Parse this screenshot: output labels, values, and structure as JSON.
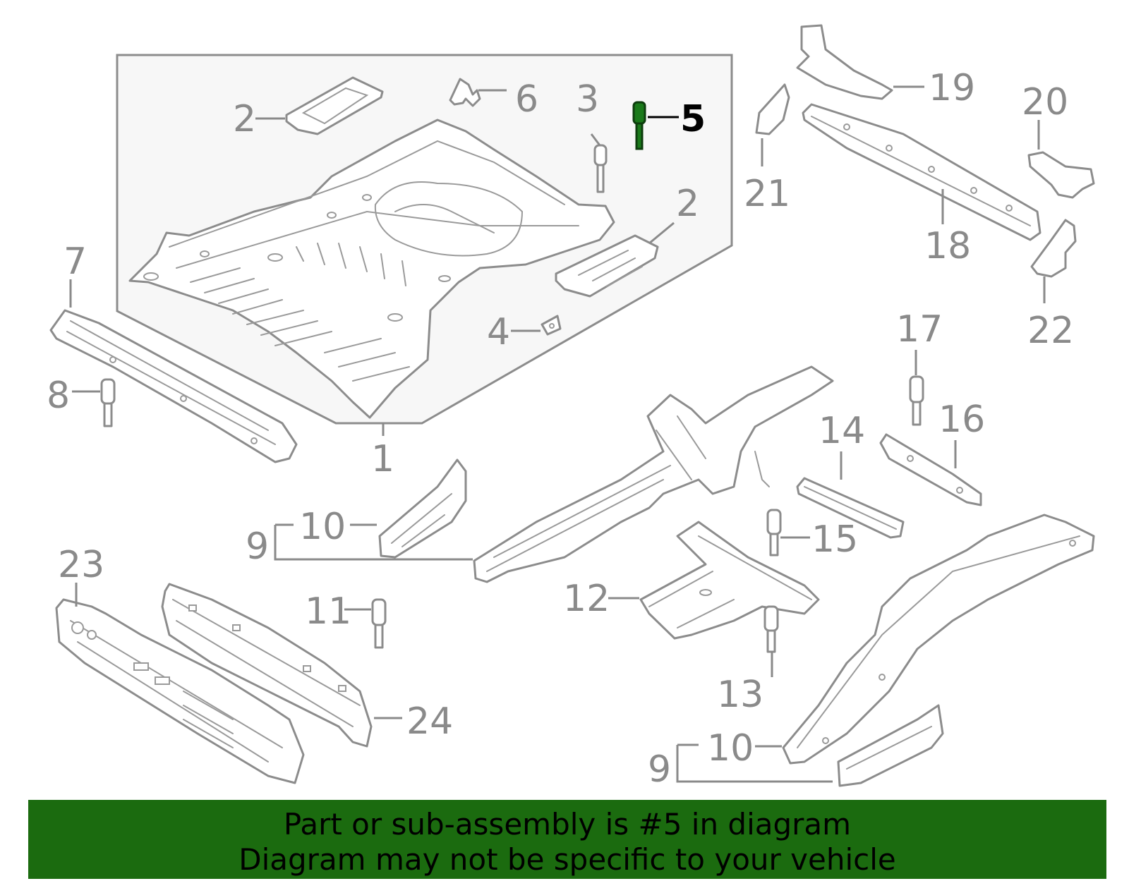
{
  "callouts": {
    "c1": "1",
    "c2a": "2",
    "c2b": "2",
    "c3": "3",
    "c4": "4",
    "c5": "5",
    "c6": "6",
    "c7": "7",
    "c8": "8",
    "c9a": "9",
    "c9b": "9",
    "c10a": "10",
    "c10b": "10",
    "c11": "11",
    "c12": "12",
    "c13": "13",
    "c14": "14",
    "c15": "15",
    "c16": "16",
    "c17": "17",
    "c18": "18",
    "c19": "19",
    "c20": "20",
    "c21": "21",
    "c22": "22",
    "c23": "23",
    "c24": "24"
  },
  "highlight": {
    "part_number": "5",
    "color": "#1a7a1a",
    "banner_color": "#1b6b0f"
  },
  "banner": {
    "line1": "Part or sub-assembly is #5 in diagram",
    "line2": "Diagram may not be specific to your vehicle"
  }
}
